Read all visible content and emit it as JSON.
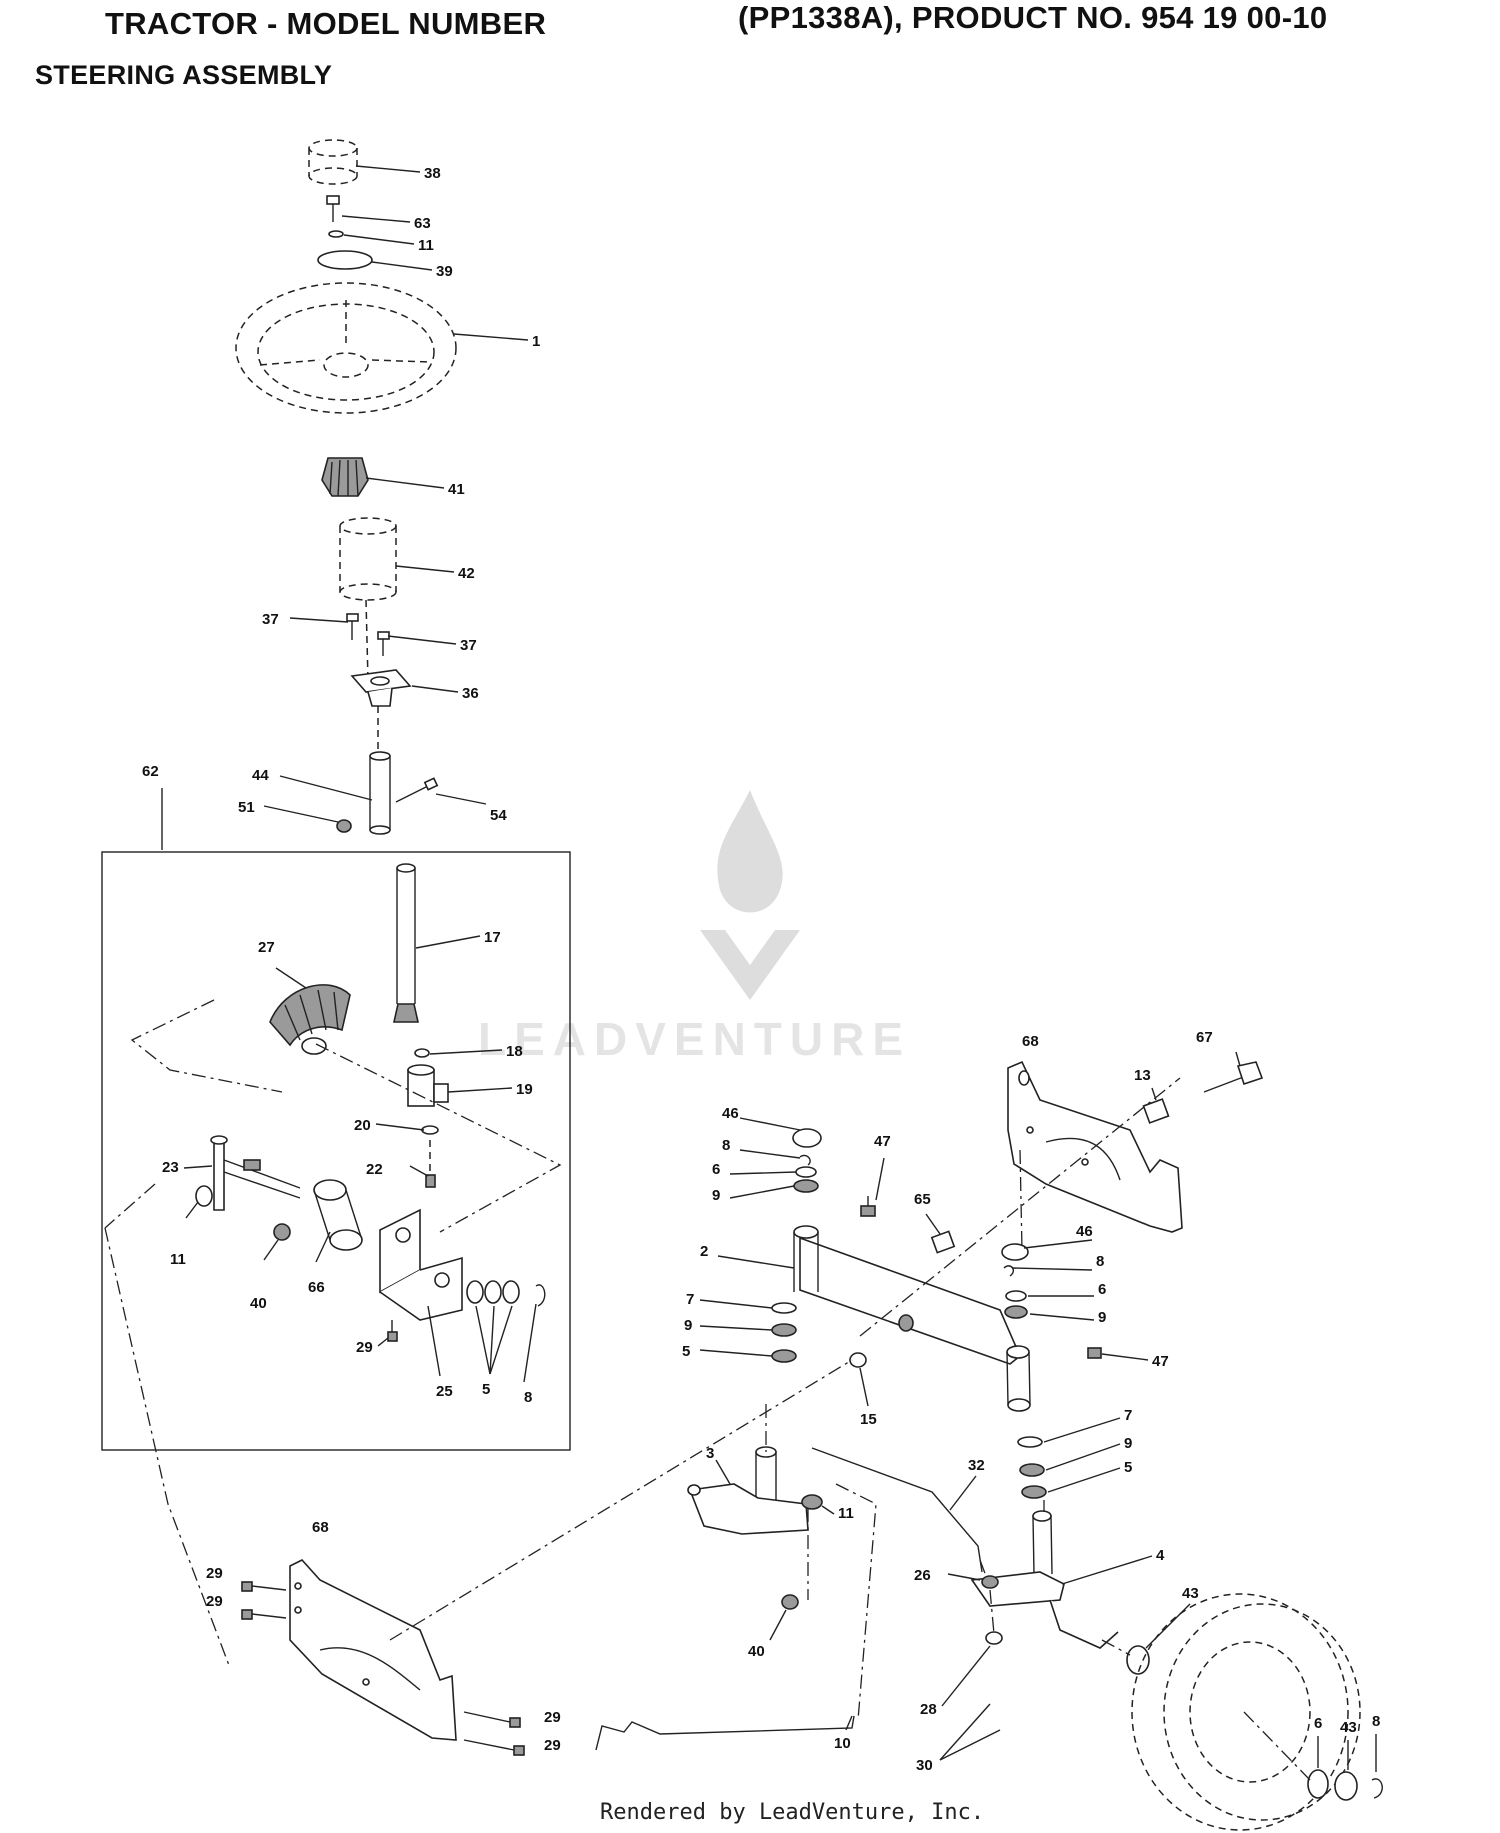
{
  "header": {
    "title_left": "TRACTOR - MODEL NUMBER",
    "title_right": "(PP1338A), PRODUCT NO. 954 19 00-10",
    "subtitle": "STEERING ASSEMBLY"
  },
  "watermark": {
    "text": "LEADVENTURE"
  },
  "footer": {
    "text": "Rendered by LeadVenture, Inc."
  },
  "callouts": {
    "c38": "38",
    "c63": "63",
    "c11a": "11",
    "c39": "39",
    "c1": "1",
    "c41": "41",
    "c42": "42",
    "c37a": "37",
    "c37b": "37",
    "c36": "36",
    "c62": "62",
    "c44": "44",
    "c51": "51",
    "c54": "54",
    "c17": "17",
    "c27": "27",
    "c18": "18",
    "c19": "19",
    "c20": "20",
    "c22": "22",
    "c23": "23",
    "c11b": "11",
    "c40a": "40",
    "c66": "66",
    "c29a": "29",
    "c25": "25",
    "c5a": "5",
    "c8a": "8",
    "c68a": "68",
    "c67": "67",
    "c13": "13",
    "c46a": "46",
    "c8b": "8",
    "c6a": "6",
    "c9a": "9",
    "c47a": "47",
    "c65": "65",
    "c2": "2",
    "c46b": "46",
    "c8c": "8",
    "c6b": "6",
    "c9b": "9",
    "c7a": "7",
    "c9c": "9",
    "c5b": "5",
    "c15": "15",
    "c47b": "47",
    "c7b": "7",
    "c9d": "9",
    "c5c": "5",
    "c3": "3",
    "c32": "32",
    "c11c": "11",
    "c68b": "68",
    "c29b": "29",
    "c29c": "29",
    "c26": "26",
    "c4": "4",
    "c43a": "43",
    "c40b": "40",
    "c28": "28",
    "c29d": "29",
    "c29e": "29",
    "c10": "10",
    "c30": "30",
    "c6c": "6",
    "c43b": "43",
    "c8d": "8"
  }
}
